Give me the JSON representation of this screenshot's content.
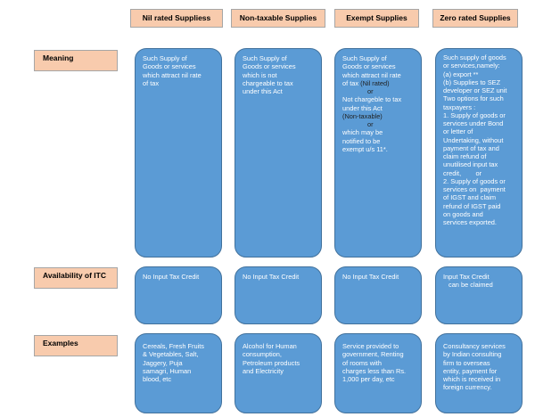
{
  "columns": [
    "Nil rated Suppliess",
    "Non-taxable Supplies",
    "Exempt Supplies",
    "Zero rated Supplies"
  ],
  "rows": [
    {
      "label": "Meaning",
      "cells": [
        [
          "Such Supply of",
          "Goods or services",
          "which attract nil rate",
          "of tax"
        ],
        [
          "Such Supply of",
          "Goods or services",
          "which is not",
          "chargeable to tax",
          "under this Act"
        ],
        [
          "Such Supply of",
          "Goods or services",
          "which attract nil rate",
          "of tax",
          "or",
          "Not chargeble to tax",
          "under this Act",
          "(Non-taxable)",
          "or",
          "which may be",
          "notified to be",
          "exempt u/s 11*."
        ],
        [
          "Such supply of goods",
          "or services,namely:",
          "(a) export **",
          "(b) Supplies to SEZ",
          "developer or SEZ unit",
          "Two options for such",
          "taxpayers :",
          "1. Supply of goods or",
          "services under Bond",
          "or letter of",
          "Undertaking, without",
          "payment of tax and",
          "claim refund of",
          "unutilised input tax",
          "credit,        or",
          "2. Supply of goods or",
          "services on  payment",
          "of IGST and claim",
          "refund of IGST paid",
          "on goods and",
          "services exported."
        ]
      ],
      "exempt_nil_rated_tag": "(Nil rated)"
    },
    {
      "label": "Availability of ITC",
      "cells": [
        [
          "No Input Tax Credit"
        ],
        [
          "No Input Tax Credit"
        ],
        [
          "No Input Tax Credit"
        ],
        [
          "Input Tax Credit",
          "can be claimed"
        ]
      ]
    },
    {
      "label": "Examples",
      "cells": [
        [
          "Cereals, Fresh Fruits",
          "& Vegetables, Salt,",
          "Jaggery, Puja",
          "samagri, Human",
          "blood, etc"
        ],
        [
          "Alcohol for Human",
          "consumption,",
          "Petroleum products",
          "and Electricity"
        ],
        [
          "Service provided to",
          "government, Renting",
          "of rooms with",
          "charges less than Rs.",
          "1,000 per day, etc"
        ],
        [
          "Consultancy services",
          "by Indian consulting",
          "firm to overseas",
          "entity, payment for",
          "which is received in",
          "foreign currency."
        ]
      ]
    }
  ],
  "colors": {
    "header_fill": "#f8cbad",
    "box_fill": "#5b9bd5",
    "box_border": "#41719c"
  }
}
